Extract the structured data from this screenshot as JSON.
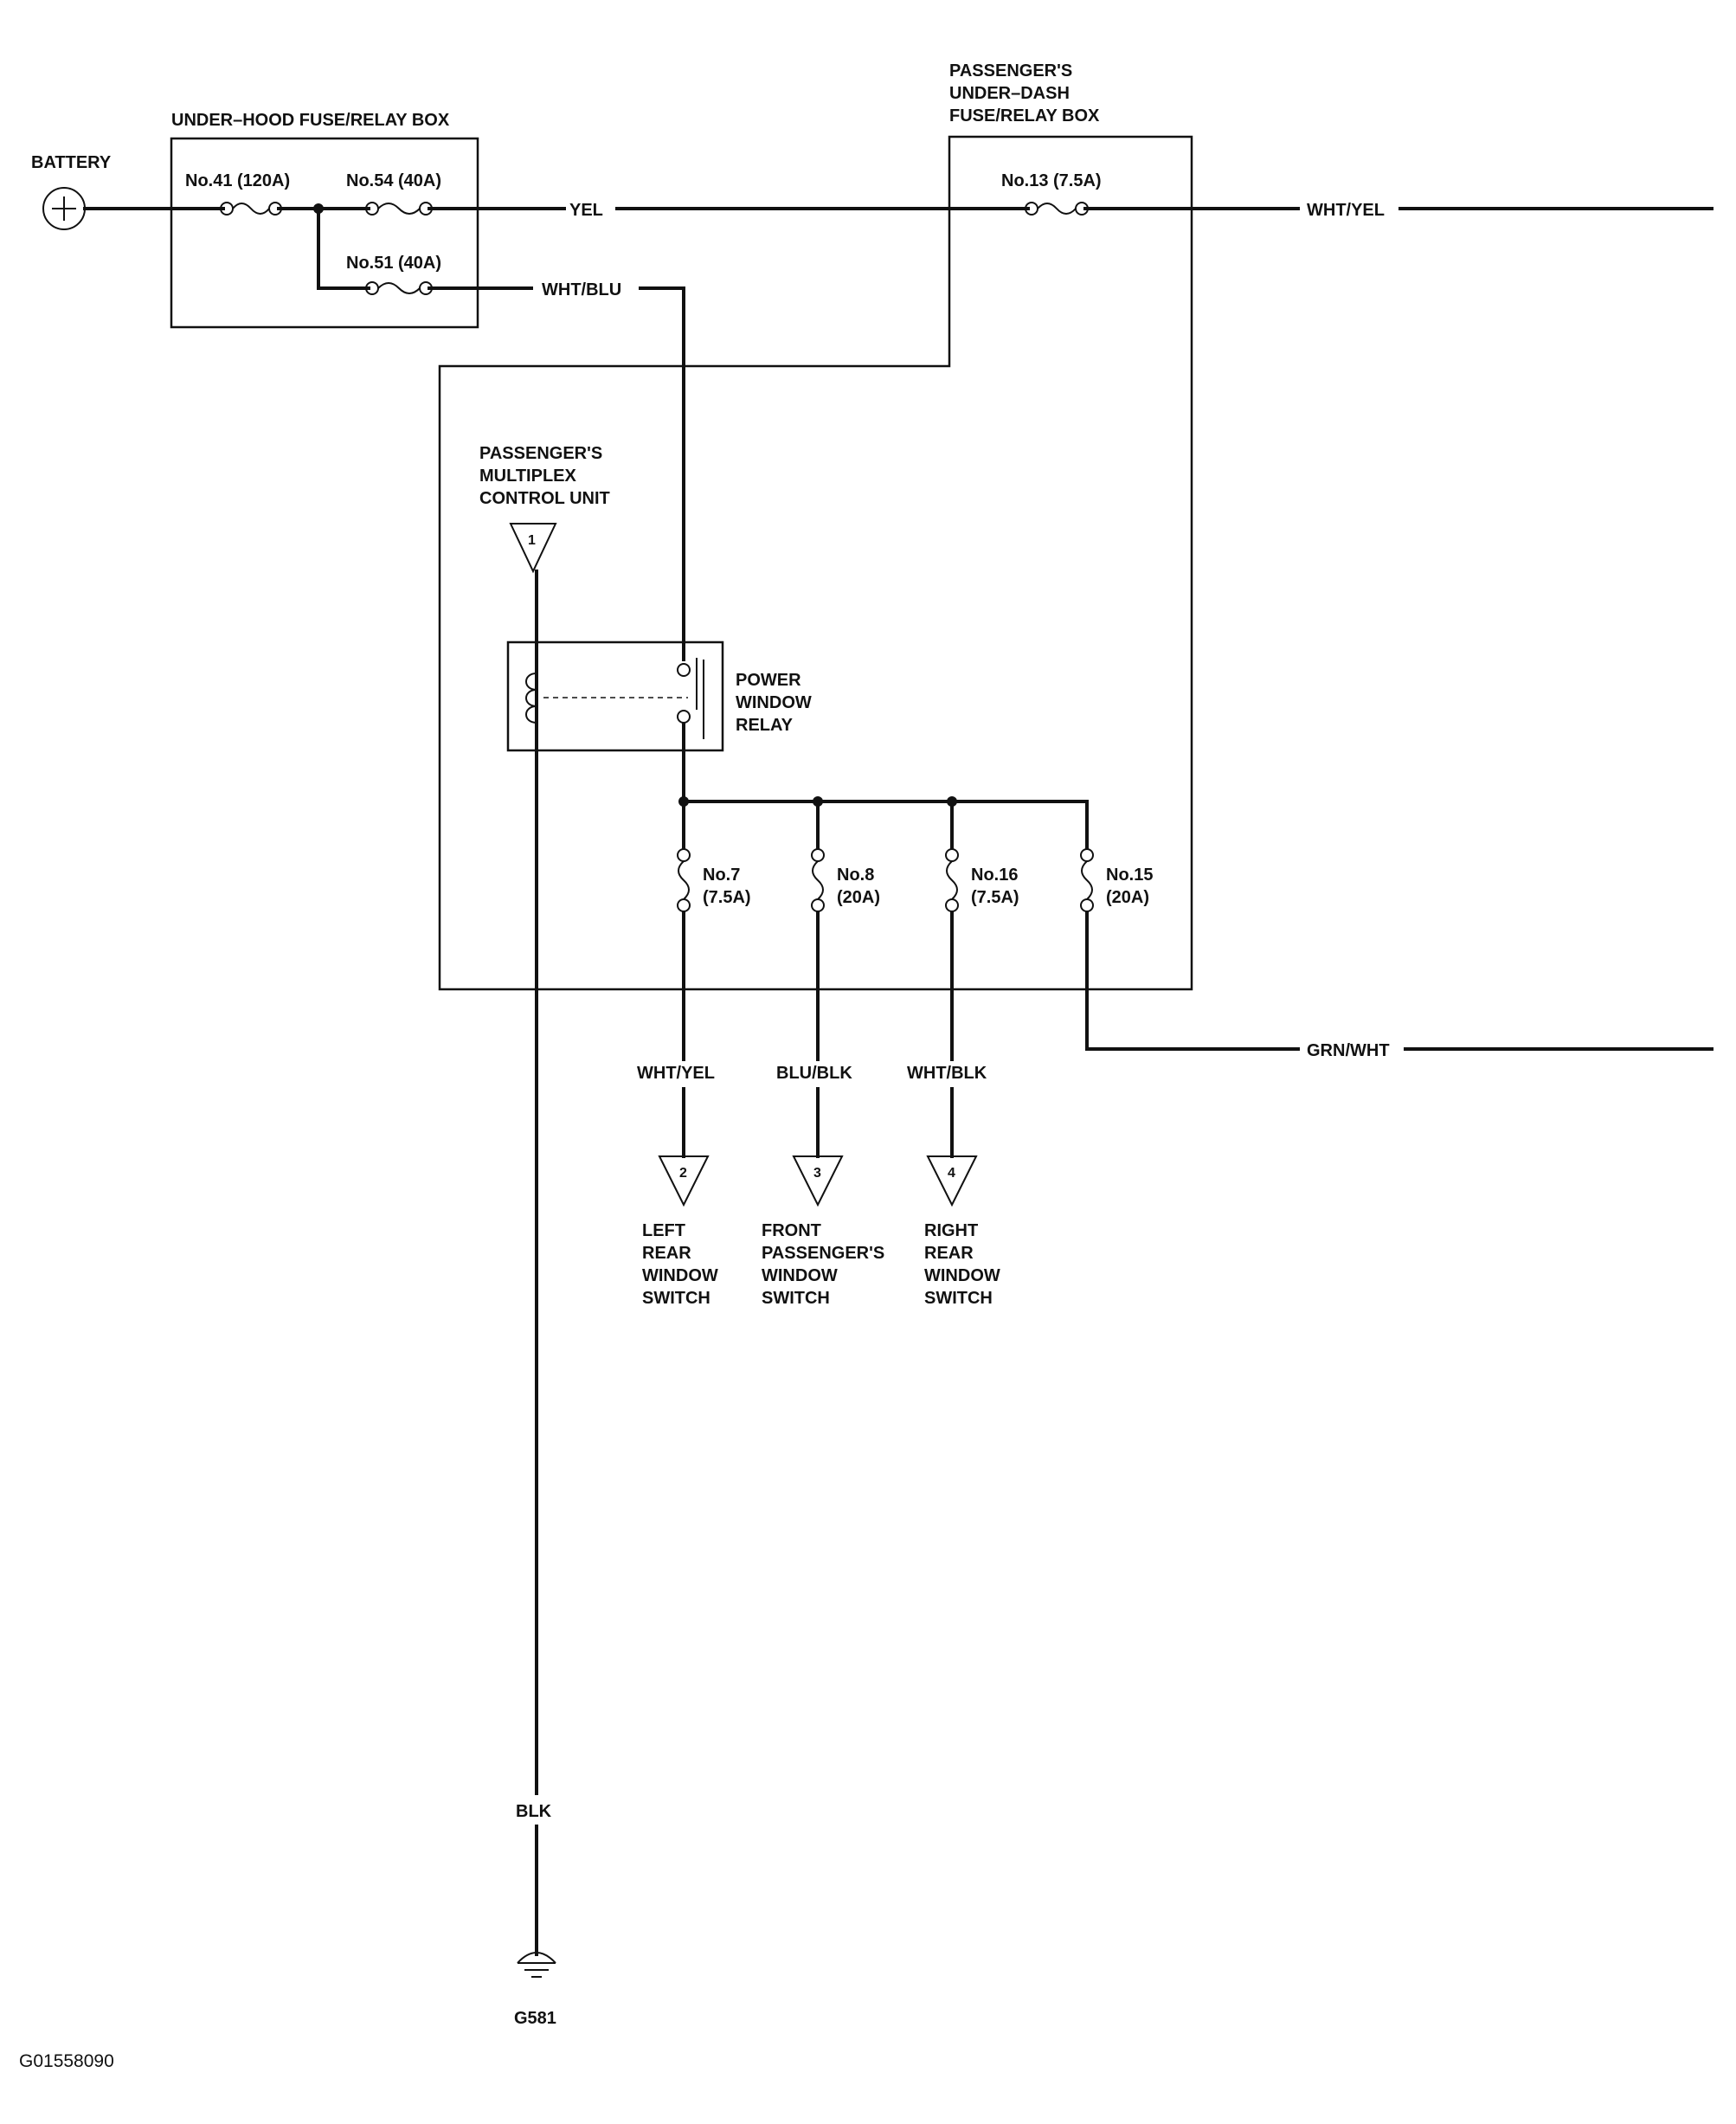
{
  "battery": {
    "label": "BATTERY"
  },
  "under_hood_box": {
    "title": "UNDER–HOOD FUSE/RELAY BOX",
    "fuse_41": "No.41 (120A)",
    "fuse_54": "No.54 (40A)",
    "fuse_51": "No.51 (40A)"
  },
  "under_dash_box": {
    "title_line1": "PASSENGER'S",
    "title_line2": "UNDER–DASH",
    "title_line3": "FUSE/RELAY BOX",
    "fuse_13": "No.13 (7.5A)",
    "fuse_7_line1": "No.7",
    "fuse_7_line2": "(7.5A)",
    "fuse_8_line1": "No.8",
    "fuse_8_line2": "(20A)",
    "fuse_16_line1": "No.16",
    "fuse_16_line2": "(7.5A)",
    "fuse_15_line1": "No.15",
    "fuse_15_line2": "(20A)"
  },
  "wires": {
    "yel": "YEL",
    "wht_yel_top": "WHT/YEL",
    "wht_blu": "WHT/BLU",
    "grn_wht": "GRN/WHT",
    "wht_yel_branch": "WHT/YEL",
    "blu_blk": "BLU/BLK",
    "wht_blk": "WHT/BLK",
    "blk": "BLK"
  },
  "multiplex_unit": {
    "line1": "PASSENGER'S",
    "line2": "MULTIPLEX",
    "line3": "CONTROL UNIT",
    "connector": "1"
  },
  "relay": {
    "line1": "POWER",
    "line2": "WINDOW",
    "line3": "RELAY"
  },
  "switches": [
    {
      "connector": "2",
      "line1": "LEFT",
      "line2": "REAR",
      "line3": "WINDOW",
      "line4": "SWITCH"
    },
    {
      "connector": "3",
      "line1": "FRONT",
      "line2": "PASSENGER'S",
      "line3": "WINDOW",
      "line4": "SWITCH"
    },
    {
      "connector": "4",
      "line1": "RIGHT",
      "line2": "REAR",
      "line3": "WINDOW",
      "line4": "SWITCH"
    }
  ],
  "ground": {
    "label": "G581"
  },
  "figure_id": "G01558090"
}
